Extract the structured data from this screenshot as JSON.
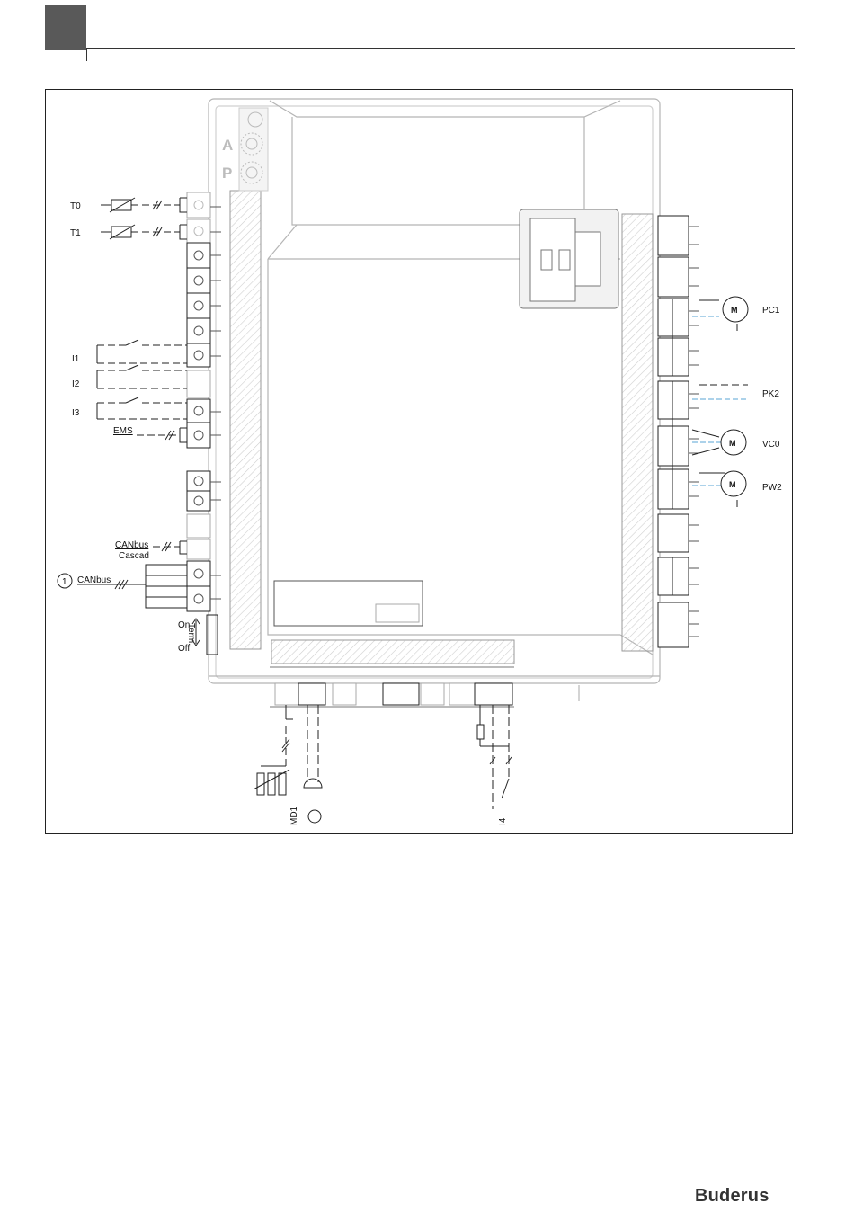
{
  "header": {
    "section_marker": ""
  },
  "diagram": {
    "left_labels": {
      "t0": "T0",
      "t1": "T1",
      "i1": "I1",
      "i2": "I2",
      "i3": "I3",
      "ems": "EMS",
      "canbus_cascade_1": "CANbus",
      "canbus_cascade_2": "Cascad",
      "callout_number": "1",
      "canbus": "CANbus",
      "term_on": "On",
      "term_off": "Off",
      "term": "Term."
    },
    "right_labels": {
      "pc1": "PC1",
      "pk2": "PK2",
      "vc0": "VC0",
      "pw2": "PW2"
    },
    "bottom_labels": {
      "md1": "MD1",
      "i4": "I4"
    },
    "module_labels": {
      "a": "A",
      "p": "P",
      "motor": "M"
    }
  },
  "footer": {
    "brand": "Buderus"
  },
  "colors": {
    "accent_wire": "#5aa6d6",
    "marker": "#595959",
    "hatch": "#c8c8c8"
  }
}
